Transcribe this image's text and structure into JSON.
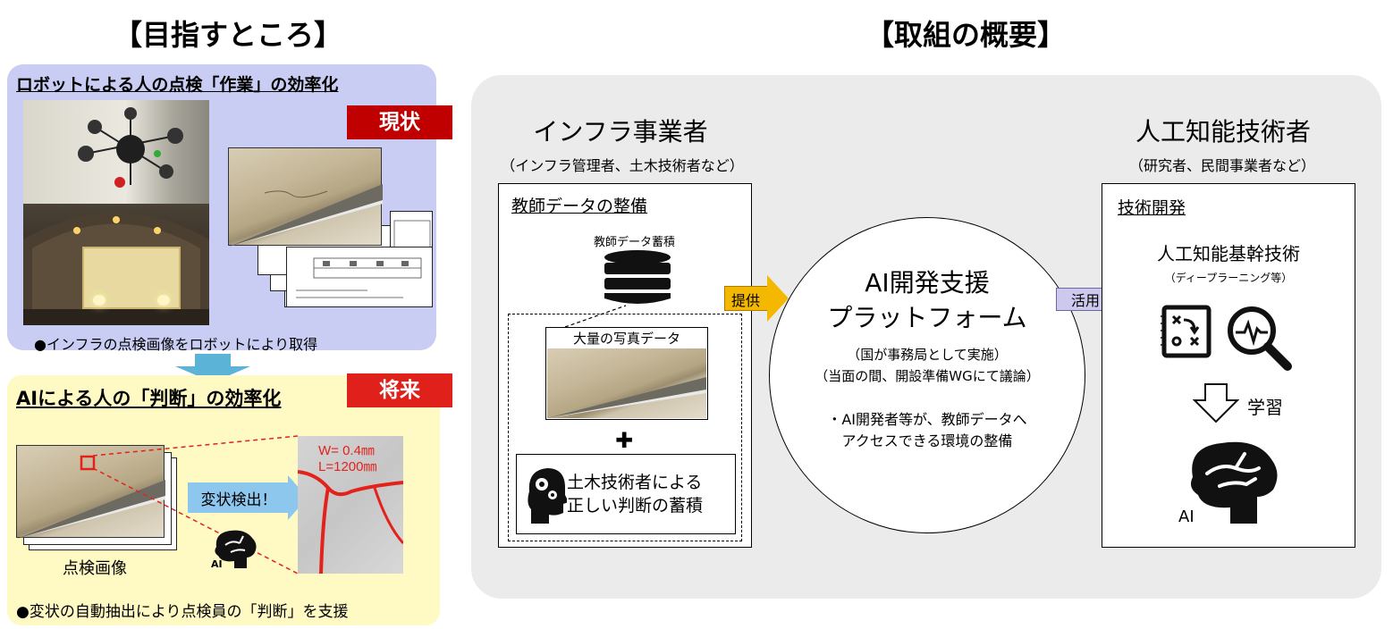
{
  "left": {
    "heading": "【目指すところ】",
    "now": {
      "title": "ロボットによる人の点検「作業」の効率化",
      "badge": "現状",
      "caption": "●インフラの点検画像をロボットにより取得"
    },
    "future": {
      "title": "AIによる人の「判断」の効率化",
      "badge": "将来",
      "detect_label": "変状検出！",
      "zoom_w": "W= 0.4㎜",
      "zoom_l": "L=1200㎜",
      "ai_icon_label": "AI",
      "inspection_image_label": "点検画像",
      "caption": "●変状の自動抽出により点検員の「判断」を支援"
    }
  },
  "right": {
    "heading": "【取組の概要】",
    "infra": {
      "title": "インフラ事業者",
      "subtitle": "（インフラ管理者、土木技術者など）",
      "box_title": "教師データの整備",
      "accum_label": "教師データ蓄積",
      "photo_label": "大量の写真データ",
      "plus": "✚",
      "judge_line1": "土木技術者による",
      "judge_line2": "正しい判断の蓄積"
    },
    "provide_label": "提供",
    "platform": {
      "line1": "AI開発支援",
      "line2": "プラットフォーム",
      "note1": "（国が事務局として実施）",
      "note2": "（当面の間、開設準備WGにて議論）",
      "bullet1": "・AI開発者等が、教師データへ",
      "bullet2": "アクセスできる環境の整備"
    },
    "use_label": "活用",
    "ai_eng": {
      "title": "人工知能技術者",
      "subtitle": "（研究者、民間事業者など）",
      "box_title": "技術開発",
      "core_tech": "人工知能基幹技術",
      "deep_learning": "（ディープラーニング等）",
      "learn_label": "学習",
      "ai_label": "AI"
    }
  },
  "colors": {
    "now_panel": "#c9cdf3",
    "future_panel": "#fff9c4",
    "badge_red": "#c00000",
    "provide_arrow": "#f5b800",
    "use_arrow": "#ccc9ec",
    "main_panel": "#ebebeb"
  },
  "icons": [
    "database-icon",
    "gear-head-icon",
    "plus-icon",
    "strategy-board-icon",
    "magnifier-pulse-icon",
    "down-arrow-outline-icon",
    "brain-icon"
  ]
}
